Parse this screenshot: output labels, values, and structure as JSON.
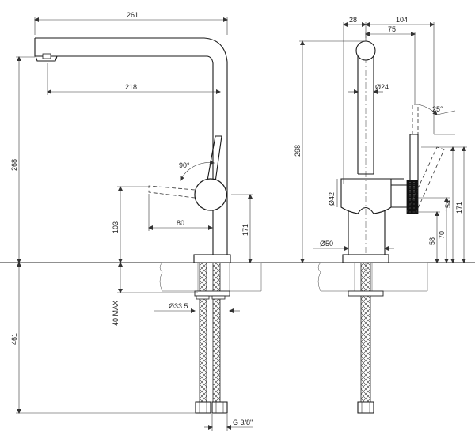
{
  "dimensions": {
    "width_261": "261",
    "spout_reach_218": "218",
    "angle_90": "90°",
    "height_268": "268",
    "height_171_left": "171",
    "height_103": "103",
    "lever_80": "80",
    "max_40": "40 MAX",
    "dia_33_5": "Ø33.5",
    "depth_461": "461",
    "thread": "G 3/8\"",
    "top_28": "28",
    "top_104": "104",
    "top_75": "75",
    "dia_24": "Ø24",
    "angle_25": "25°",
    "height_298": "298",
    "dia_42": "Ø42",
    "height_171_right": "171",
    "height_154": "154",
    "height_58": "58",
    "height_70": "70",
    "dia_50": "Ø50"
  }
}
